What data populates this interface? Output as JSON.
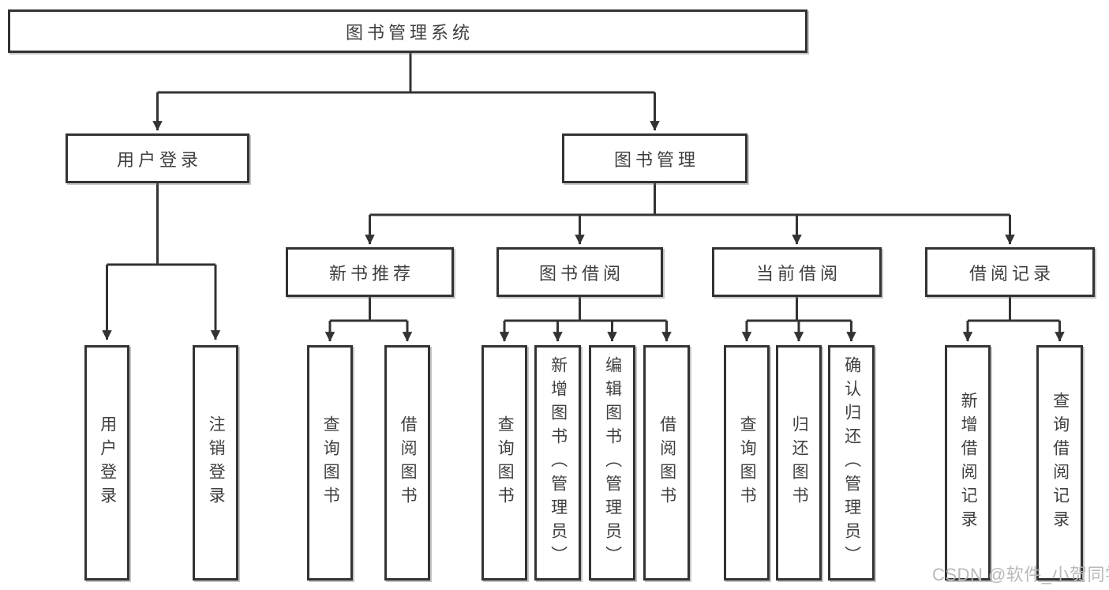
{
  "diagram": {
    "title": "图书管理系统",
    "root": {
      "id": "system-root",
      "label": "图书管理系统"
    },
    "level2": [
      {
        "id": "user-login",
        "label": "用户登录",
        "parent": "system-root"
      },
      {
        "id": "book-management",
        "label": "图书管理",
        "parent": "system-root"
      }
    ],
    "level3": [
      {
        "id": "new-book-recommend",
        "label": "新书推荐",
        "parent": "book-management"
      },
      {
        "id": "book-borrow",
        "label": "图书借阅",
        "parent": "book-management"
      },
      {
        "id": "current-borrow",
        "label": "当前借阅",
        "parent": "book-management"
      },
      {
        "id": "borrow-records",
        "label": "借阅记录",
        "parent": "book-management"
      }
    ],
    "leaves": [
      {
        "label": "用户登录",
        "parent": "user-login"
      },
      {
        "label": "注销登录",
        "parent": "user-login"
      },
      {
        "label": "查询图书",
        "parent": "new-book-recommend"
      },
      {
        "label": "借阅图书",
        "parent": "new-book-recommend"
      },
      {
        "label": "查询图书",
        "parent": "book-borrow"
      },
      {
        "label": "新增图书（管理员）",
        "parent": "book-borrow"
      },
      {
        "label": "编辑图书（管理员）",
        "parent": "book-borrow"
      },
      {
        "label": "借阅图书",
        "parent": "book-borrow"
      },
      {
        "label": "查询图书",
        "parent": "current-borrow"
      },
      {
        "label": "归还图书",
        "parent": "current-borrow"
      },
      {
        "label": "确认归还（管理员）",
        "parent": "current-borrow"
      },
      {
        "label": "新增借阅记录",
        "parent": "borrow-records"
      },
      {
        "label": "查询借阅记录",
        "parent": "borrow-records"
      }
    ]
  },
  "colors": {
    "line": "#333333",
    "node_border": "#333333",
    "text": "#3f3f3f",
    "background": "#ffffff",
    "watermark": "#b6b5b5"
  },
  "watermark": {
    "text": "CSDN @软件_小贺同学"
  }
}
